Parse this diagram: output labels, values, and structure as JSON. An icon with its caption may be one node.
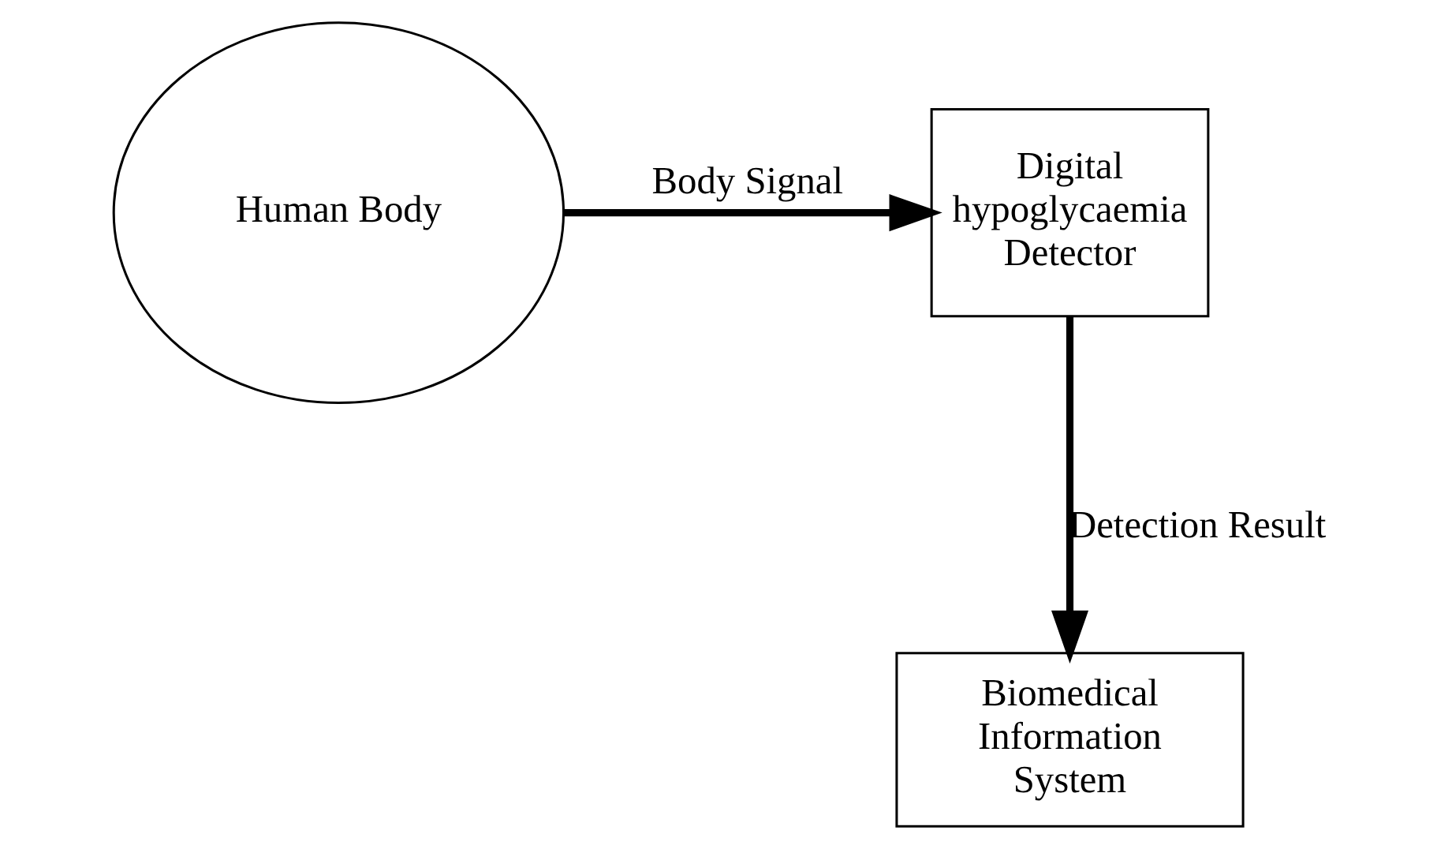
{
  "diagram": {
    "nodes": [
      {
        "text": [
          "Human Body"
        ]
      },
      {
        "text": [
          "Digital hypoglycaemia Detector"
        ]
      },
      {
        "text": [
          "Biomedical Information System"
        ]
      }
    ],
    "edges": [
      {
        "from": 0,
        "to": 1,
        "arrow": "to",
        "label": "Body Signal"
      },
      {
        "from": 1,
        "to": 2,
        "arrow": "to",
        "label": "Detection Result"
      }
    ]
  }
}
